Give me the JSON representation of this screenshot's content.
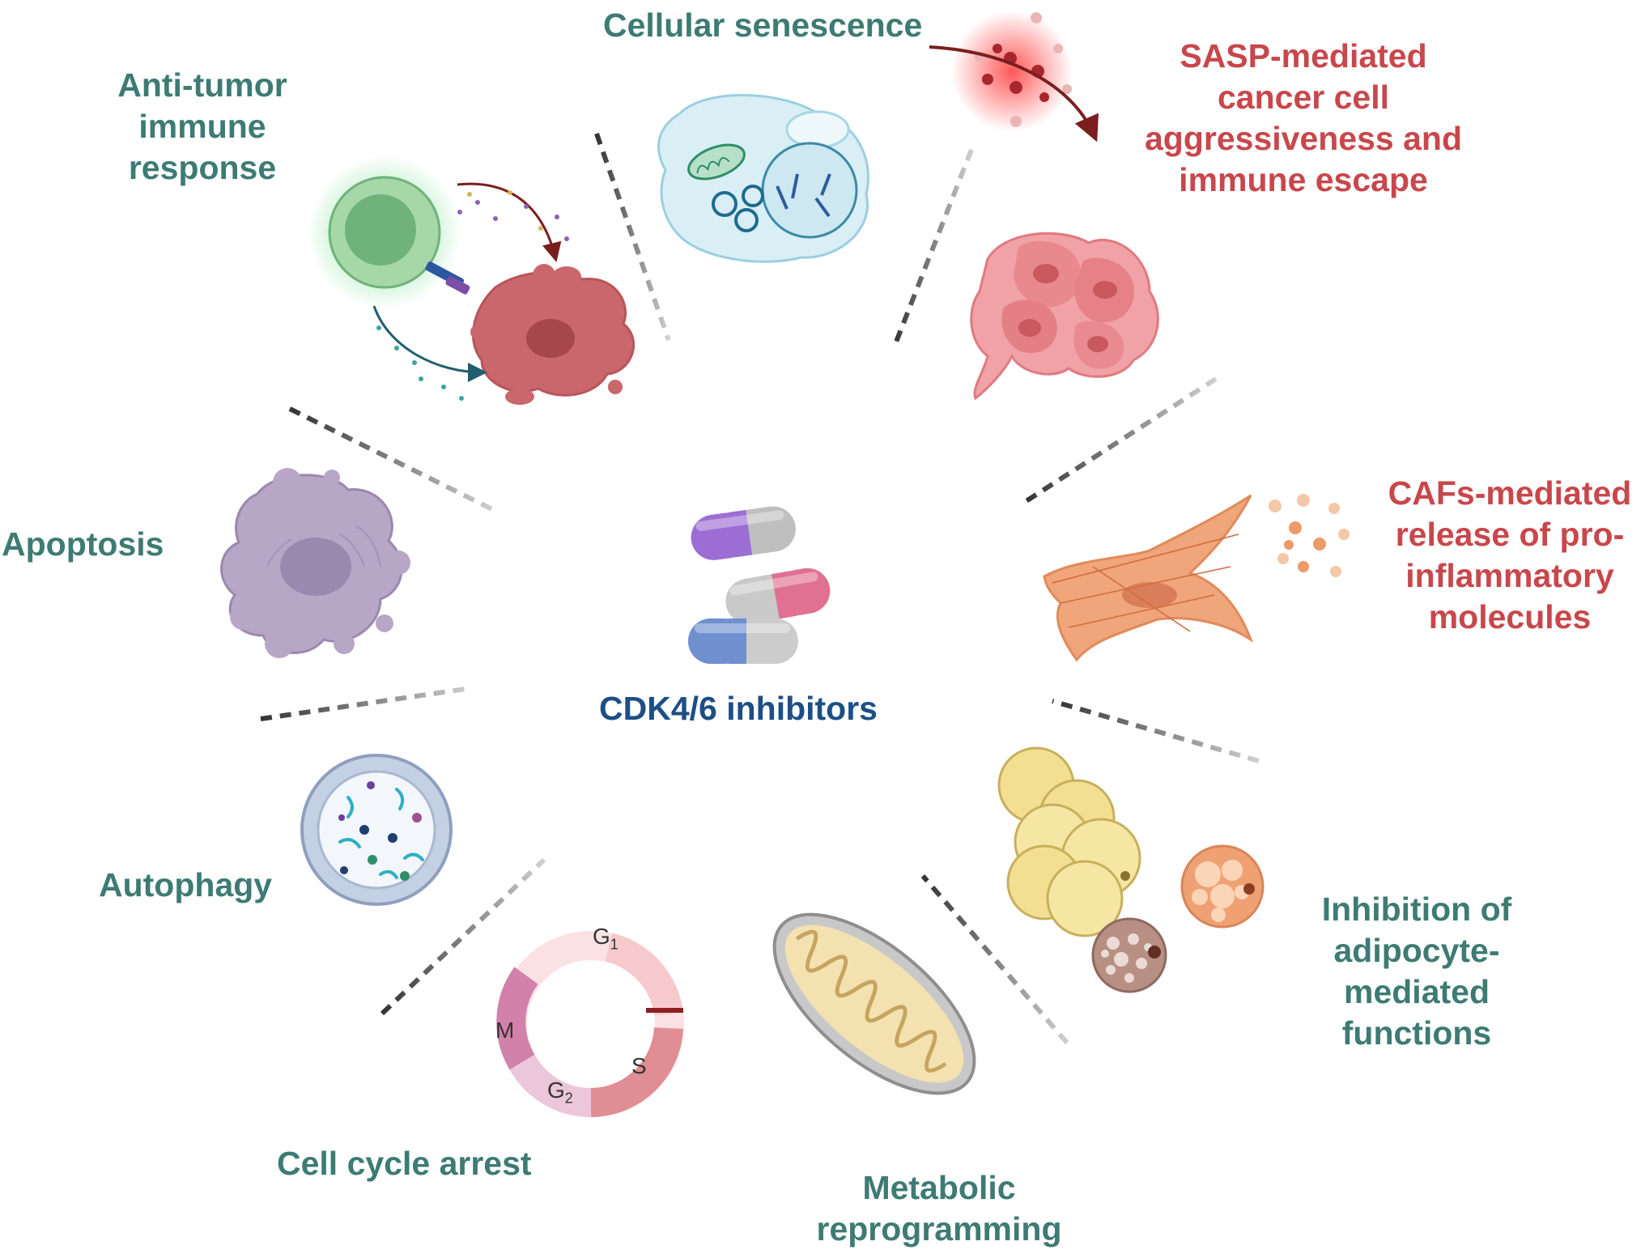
{
  "center": {
    "label": "CDK4/6 inhibitors",
    "color": "#1d4e86"
  },
  "colors": {
    "positive": "#3d7b73",
    "negative": "#c8474b"
  },
  "effects": [
    {
      "id": "cellular-senescence",
      "lines": [
        "Cellular senescence"
      ],
      "tone": "positive",
      "icon": "senescent-cell-icon"
    },
    {
      "id": "sasp",
      "lines": [
        "SASP-mediated",
        "cancer cell",
        "aggressiveness and",
        "immune escape"
      ],
      "tone": "negative",
      "icon": "cancer-cells-icon"
    },
    {
      "id": "anti-tumor",
      "lines": [
        "Anti-tumor",
        "immune",
        "response"
      ],
      "tone": "positive",
      "icon": "t-cell-attack-icon"
    },
    {
      "id": "apoptosis",
      "lines": [
        "Apoptosis"
      ],
      "tone": "positive",
      "icon": "apoptotic-cell-icon"
    },
    {
      "id": "cafs",
      "lines": [
        "CAFs-mediated",
        "release of pro-",
        "inflammatory",
        "molecules"
      ],
      "tone": "negative",
      "icon": "fibroblast-icon"
    },
    {
      "id": "autophagy",
      "lines": [
        "Autophagy"
      ],
      "tone": "positive",
      "icon": "autophagosome-icon"
    },
    {
      "id": "adipocyte",
      "lines": [
        "Inhibition of",
        "adipocyte-",
        "mediated",
        "functions"
      ],
      "tone": "positive",
      "icon": "adipocytes-icon"
    },
    {
      "id": "cell-cycle",
      "lines": [
        "Cell cycle arrest"
      ],
      "tone": "positive",
      "icon": "cell-cycle-icon"
    },
    {
      "id": "metabolic",
      "lines": [
        "Metabolic",
        "reprogramming"
      ],
      "tone": "positive",
      "icon": "mitochondrion-icon"
    }
  ],
  "cell_cycle": {
    "phases": [
      "G1",
      "S",
      "G2",
      "M"
    ]
  }
}
